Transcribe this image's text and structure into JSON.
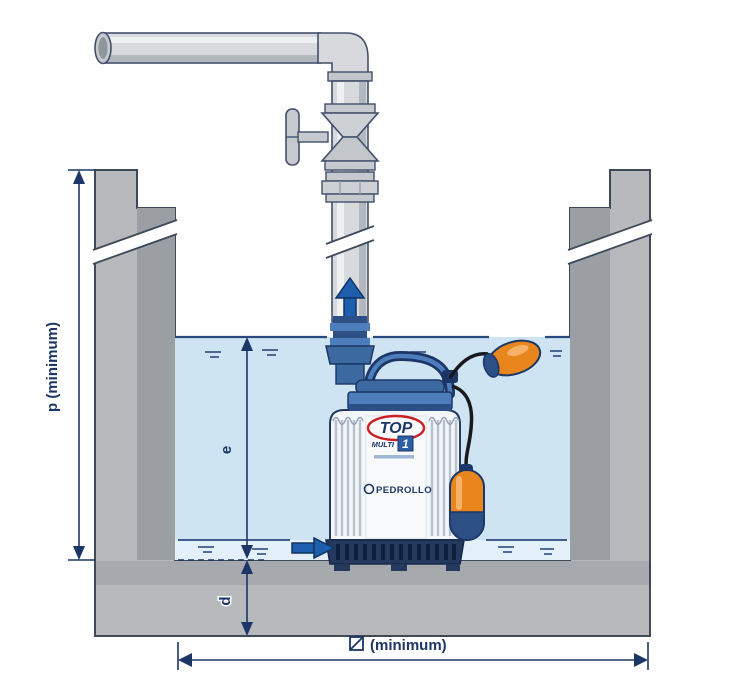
{
  "dimensions": {
    "pit_depth_label": "p (minimum)",
    "water_depth_label": "e",
    "floor_clearance_label": "d",
    "pit_width_label": "(minimum)"
  },
  "pump": {
    "brand": "PEDROLLO",
    "model": "TOP",
    "series": "MULTI",
    "model_number": "1"
  },
  "icons": {
    "flow-up-arrow": "▲",
    "inlet-flow-arrow": "▶",
    "square-section-symbol": "⧄",
    "wall-break-mark": "∥",
    "pipe-break-mark": "∥"
  },
  "colors": {
    "annotation_navy": "#1c3667",
    "water_blue": "#cfe4f3",
    "water_light": "#e4f0f9",
    "concrete_gray": "#b7b9bd",
    "concrete_shade": "#9b9ea3",
    "pipe_gray": "#d7d9dc",
    "pump_blue": "#4d7dbb",
    "pump_dark_blue": "#2c4f86",
    "base_navy": "#24395b",
    "float_orange": "#e8861d",
    "logo_red": "#cc2027"
  }
}
